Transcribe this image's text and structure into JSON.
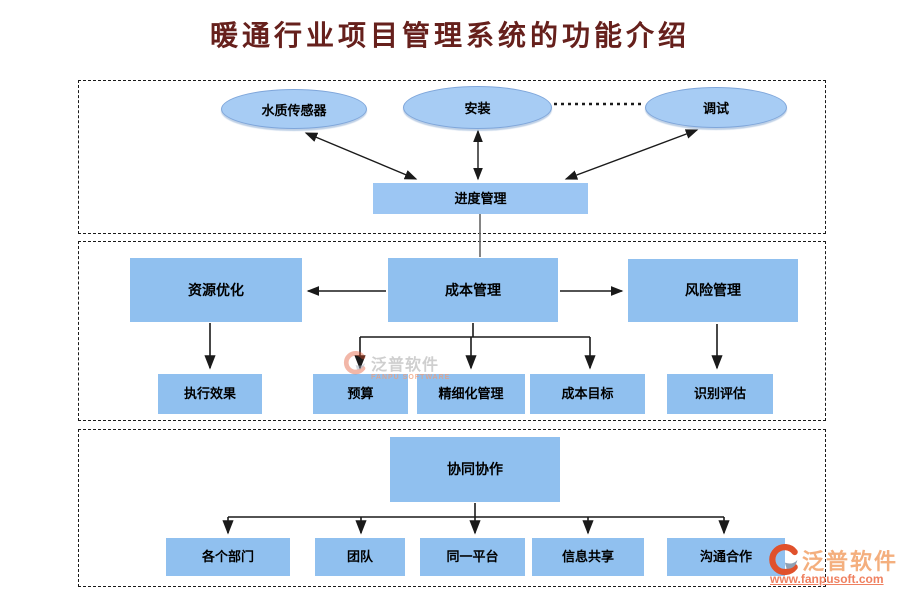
{
  "title": "暖通行业项目管理系统的功能介绍",
  "colors": {
    "ellipse_fill": "#a7ccf4",
    "ellipse_border": "#7fa6da",
    "box_fill": "#90c0ef",
    "title_color": "#66201c",
    "arrow_color": "#1a1a1a",
    "connector_gray": "#666666",
    "watermark_brand_gray": "#bfbfbf",
    "watermark_orange": "#f4af7e",
    "watermark_url_red": "#ef8060"
  },
  "top_section": {
    "ellipses": [
      {
        "label": "水质传感器"
      },
      {
        "label": "安装"
      },
      {
        "label": "调试"
      }
    ],
    "hub": {
      "label": "进度管理"
    }
  },
  "middle_section": {
    "left_box": {
      "label": "资源优化"
    },
    "center_box": {
      "label": "成本管理"
    },
    "right_box": {
      "label": "风险管理"
    },
    "leaf_boxes": [
      {
        "label": "执行效果"
      },
      {
        "label": "预算"
      },
      {
        "label": "精细化管理"
      },
      {
        "label": "成本目标"
      },
      {
        "label": "识别评估"
      }
    ]
  },
  "bottom_section": {
    "hub": {
      "label": "协同协作"
    },
    "leaf_boxes": [
      {
        "label": "各个部门"
      },
      {
        "label": "团队"
      },
      {
        "label": "同一平台"
      },
      {
        "label": "信息共享"
      },
      {
        "label": "沟通合作"
      }
    ]
  },
  "watermarks": {
    "center": {
      "brand": "泛普软件",
      "subtitle": "FANPU SOFTWARE"
    },
    "corner": {
      "brand": "泛普软件",
      "url": "www.fanpusoft.com"
    }
  }
}
